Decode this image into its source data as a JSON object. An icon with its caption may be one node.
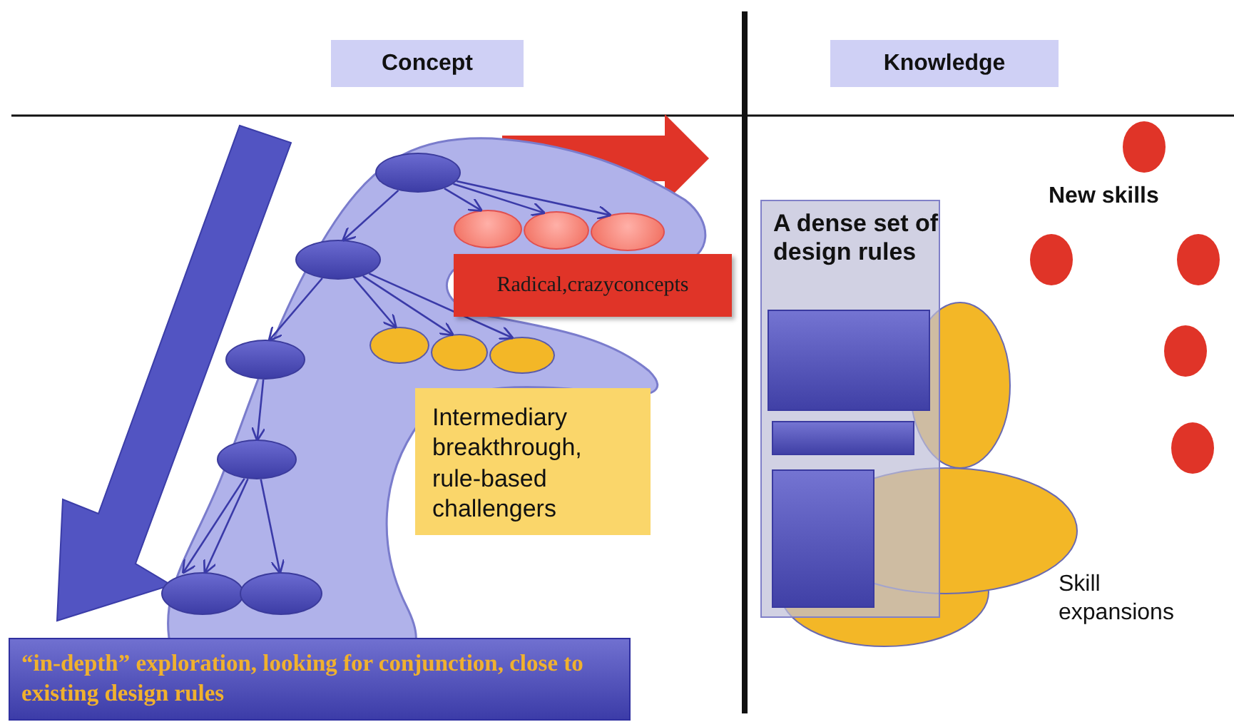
{
  "diagram": {
    "nodes": [
      {
        "text": [
          "Concept"
        ]
      },
      {
        "text": [
          "Knowledge"
        ]
      },
      {
        "text": [],
        "shape": "cloud"
      },
      {
        "text": [],
        "shape": "circle",
        "in": 2
      },
      {
        "text": [],
        "shape": "circle",
        "in": 2
      },
      {
        "text": [],
        "shape": "circle",
        "in": 2
      },
      {
        "text": [],
        "shape": "circle",
        "in": 2
      },
      {
        "text": [],
        "shape": "circle",
        "in": 2
      },
      {
        "text": [],
        "shape": "circle",
        "in": 2
      },
      {
        "text": [],
        "shape": "circle",
        "in": 2
      },
      {
        "text": [],
        "shape": "circle",
        "in": 2
      },
      {
        "text": [],
        "shape": "circle",
        "in": 2
      },
      {
        "text": [],
        "shape": "circle",
        "in": 2
      },
      {
        "text": [],
        "shape": "circle",
        "in": 2
      },
      {
        "text": [],
        "shape": "circle",
        "in": 2
      },
      {
        "text": [
          "Radical,crazyconcepts"
        ]
      },
      {
        "text": [
          "Intermediary breakthrough, rule-based challengers"
        ]
      },
      {
        "text": [
          "“in-depth” exploration, looking for conjunction, close to existing design rules"
        ]
      },
      {
        "text": [
          "A dense set of design rules"
        ]
      },
      {
        "text": [],
        "shape": "box",
        "in": 18
      },
      {
        "text": [],
        "shape": "box",
        "in": 18
      },
      {
        "text": [],
        "shape": "box",
        "in": 18
      }
    ],
    "edges": [
      {
        "from": 3,
        "to": 4,
        "arrow": "to"
      },
      {
        "from": 3,
        "to": 9,
        "arrow": "to"
      },
      {
        "from": 3,
        "to": 10,
        "arrow": "to"
      },
      {
        "from": 3,
        "to": 11,
        "arrow": "to"
      },
      {
        "from": 4,
        "to": 5,
        "arrow": "to"
      },
      {
        "from": 4,
        "to": 12,
        "arrow": "to"
      },
      {
        "from": 4,
        "to": 13,
        "arrow": "to"
      },
      {
        "from": 4,
        "to": 14,
        "arrow": "to"
      },
      {
        "from": 5,
        "to": 6,
        "arrow": "to"
      },
      {
        "from": 6,
        "to": 7,
        "arrow": "to"
      },
      {
        "from": 6,
        "to": 7,
        "arrow": "to"
      },
      {
        "from": 6,
        "to": 8,
        "arrow": "to"
      }
    ],
    "labels": [
      "New skills",
      "Skill expansions"
    ]
  }
}
